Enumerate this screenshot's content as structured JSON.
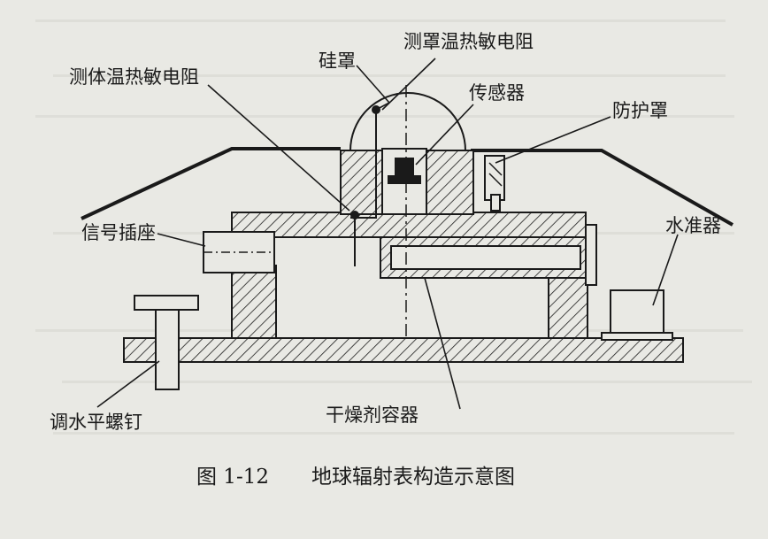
{
  "labels": {
    "silicone_cover": "硅罩",
    "cover_thermistor": "测罩温热敏电阻",
    "body_thermistor": "测体温热敏电阻",
    "sensor": "传感器",
    "shield": "防护罩",
    "signal_socket": "信号插座",
    "level": "水准器",
    "desiccant": "干燥剂容器",
    "leveling_screw": "调水平螺钉"
  },
  "caption": {
    "number": "图 1-12",
    "title": "地球辐射表构造示意图"
  },
  "colors": {
    "background": "#e9e9e4",
    "ink": "#1a1a1a",
    "bleed_text": "#c9c9c3"
  }
}
